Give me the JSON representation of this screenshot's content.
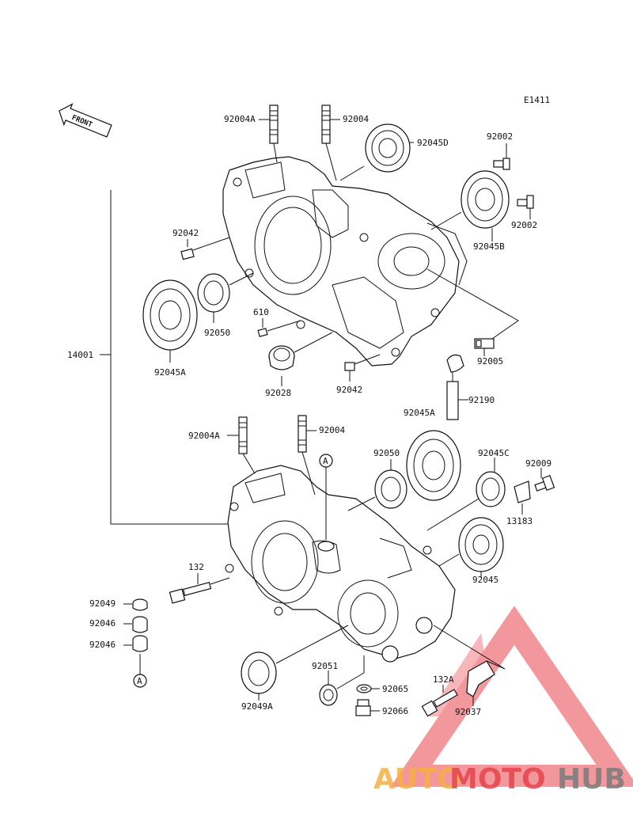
{
  "figure_code": "E1411",
  "front_arrow_label": "FRONT",
  "ref_marker": "A",
  "labels": {
    "p92004A_top": "92004A",
    "p92004_top": "92004",
    "p92045D": "92045D",
    "p92002_a": "92002",
    "p92002_b": "92002",
    "p92045B": "92045B",
    "p92042_a": "92042",
    "p92050_a": "92050",
    "p610": "610",
    "p92045A_a": "92045A",
    "p92028": "92028",
    "p92042_b": "92042",
    "p92005": "92005",
    "p92190": "92190",
    "p92045A_b": "92045A",
    "p14001": "14001",
    "p92004A_bot": "92004A",
    "p92004_bot": "92004",
    "p92050_b": "92050",
    "p92045C": "92045C",
    "p92009": "92009",
    "p13183": "13183",
    "p132": "132",
    "p92045": "92045",
    "p92049": "92049",
    "p92046_a": "92046",
    "p92046_b": "92046",
    "p92051": "92051",
    "p92065": "92065",
    "p132A": "132A",
    "p92037": "92037",
    "p92049A": "92049A",
    "p92066": "92066"
  },
  "watermark": {
    "part1": "AUTO",
    "part2": "MOTO",
    "part3": "HUB",
    "color_orange": "#f5b041",
    "color_red": "#e8434b",
    "color_gray": "#7b7b7b"
  }
}
